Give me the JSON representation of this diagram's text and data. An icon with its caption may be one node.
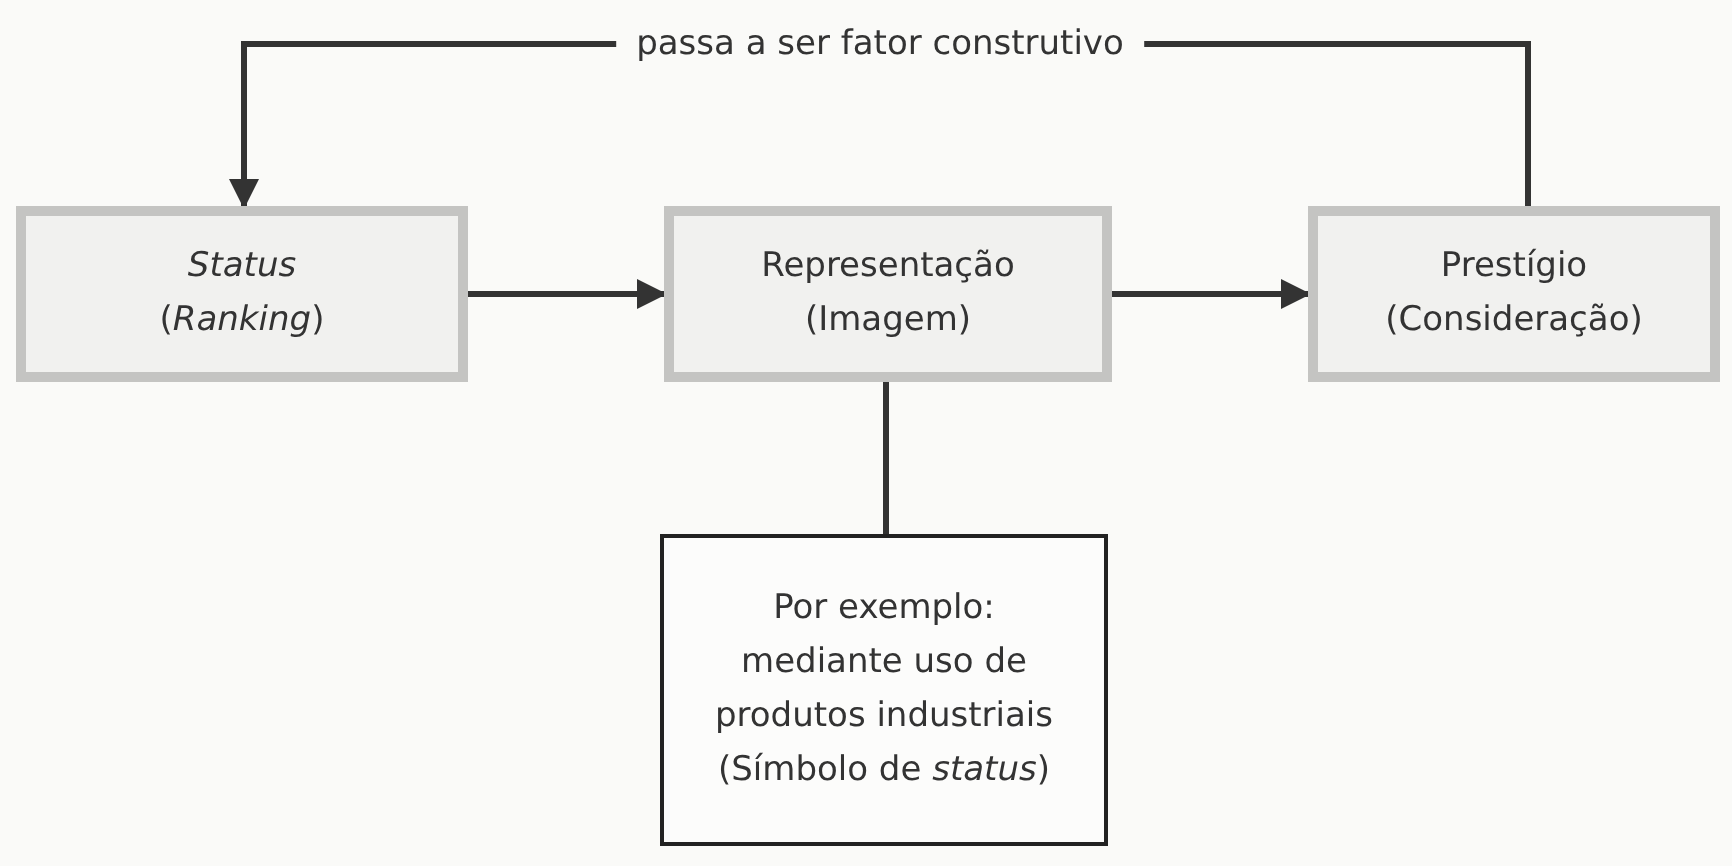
{
  "diagram": {
    "nodes": [
      {
        "text": [
          "*Status* (*Ranking*)"
        ]
      },
      {
        "text": [
          "Representação (Imagem)"
        ]
      },
      {
        "text": [
          "Prestígio (Consideração)"
        ]
      },
      {
        "text": [
          "Por exemplo: mediante uso de produtos industriais (Símbolo de *status*)"
        ]
      }
    ],
    "edges": [
      {
        "from": 0,
        "to": 1,
        "arrow": "to"
      },
      {
        "from": 1,
        "to": 2,
        "arrow": "to"
      },
      {
        "from": 2,
        "to": 0,
        "arrow": "to",
        "label": "passa a ser fator construtivo"
      },
      {
        "from": 1,
        "to": 3,
        "arrow": "none"
      }
    ]
  }
}
